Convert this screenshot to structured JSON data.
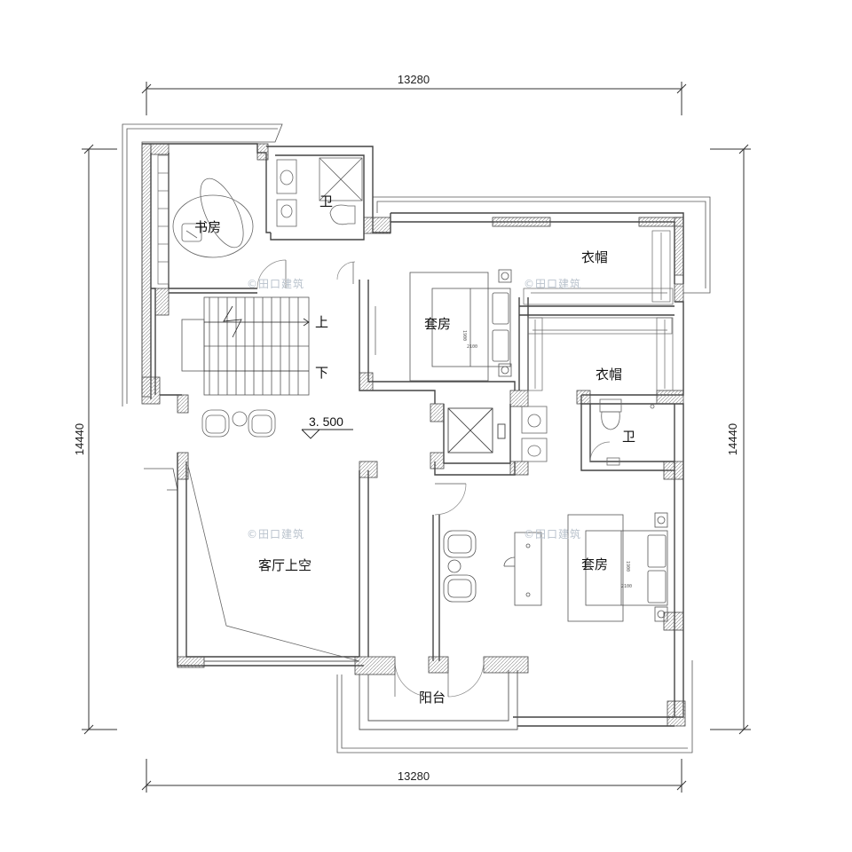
{
  "dimensions": {
    "top": "13280",
    "bottom": "13280",
    "left": "14440",
    "right": "14440"
  },
  "rooms": {
    "study": "书房",
    "bath_top": "卫",
    "stair_up": "上",
    "stair_down": "下",
    "cloak_top": "衣帽",
    "suite_top": "套房",
    "cloak_mid": "衣帽",
    "bath_right": "卫",
    "level": "3. 500",
    "void": "客厅上空",
    "suite_bottom": "套房",
    "balcony": "阳台"
  },
  "watermark": "©田口建筑",
  "bed_sizes": {
    "width": "1900",
    "length": "2100"
  },
  "colors": {
    "wall": "#555555",
    "line": "#333333",
    "hatch": "#888888",
    "watermark": "#b9c2cc"
  }
}
